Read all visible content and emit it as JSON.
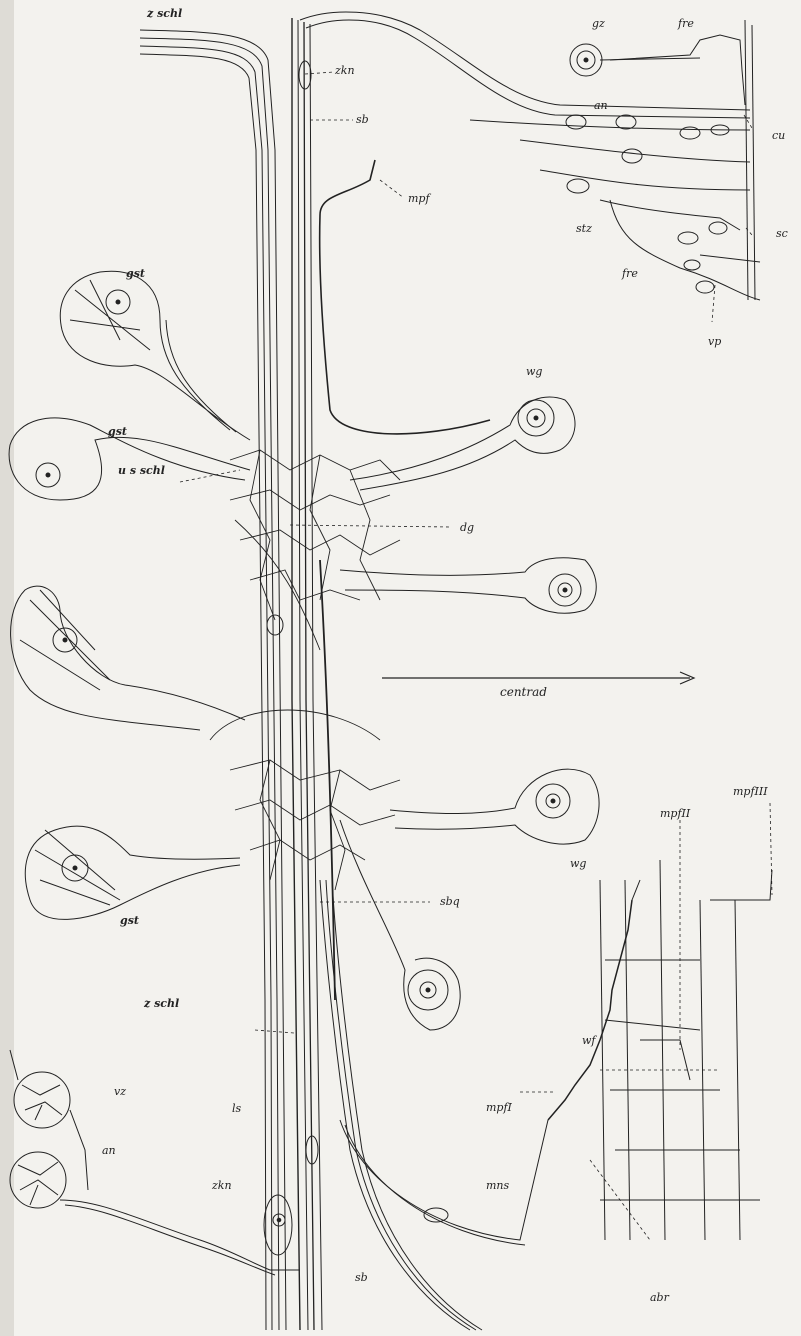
{
  "labels": {
    "z_schl_top": "z schl",
    "zkn_top": "zkn",
    "sb_top": "sb",
    "mpf": "mpf",
    "gz": "gz",
    "fre_top": "fre",
    "an_top": "an",
    "cu": "cu",
    "stz": "stz",
    "sc": "sc",
    "fre_mid": "fre",
    "vp": "vp",
    "gst_1": "gst",
    "gst_2": "gst",
    "u_s_schl": "u s schl",
    "wg_top": "wg",
    "dg": "dg",
    "centrad": "centrad",
    "wg_mid": "wg",
    "mpfII": "mpfII",
    "mpfIII": "mpfIII",
    "gst_3": "gst",
    "sbq": "sbq",
    "z_schl_mid": "z schl",
    "wf": "wf",
    "vz": "vz",
    "an_bottom": "an",
    "ls": "ls",
    "mpfI": "mpfI",
    "zkn_bottom": "zkn",
    "mns": "mns",
    "sb_bottom": "sb",
    "abr": "abr"
  },
  "colors": {
    "paper": "#f3f2ee",
    "ink": "#222222"
  }
}
